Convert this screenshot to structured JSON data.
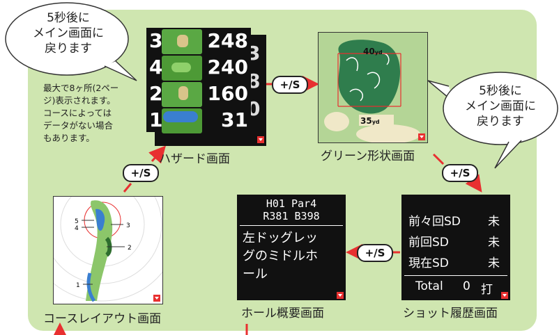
{
  "bubbles": {
    "top_left": [
      "5秒後に",
      "メイン画面に",
      "戻ります"
    ],
    "right": [
      "5秒後に",
      "メイン画面に",
      "戻ります"
    ]
  },
  "note_lines": [
    "最大で8ヶ所(2ペー",
    "ジ)表示されます。",
    "コースによっては",
    "データがない場合",
    "もあります。"
  ],
  "button_label": "+/S",
  "hazard_screen": {
    "rows": [
      {
        "num": "3",
        "value": "248"
      },
      {
        "num": "4",
        "value": "240"
      },
      {
        "num": "2",
        "value": "160"
      },
      {
        "num": "1",
        "value": "31"
      }
    ],
    "back_digits": [
      "3",
      "8",
      "0"
    ],
    "caption": "ハザード画面"
  },
  "green_screen": {
    "dist_top": "40",
    "dist_bottom": "35",
    "unit": "yd",
    "caption": "グリーン形状画面"
  },
  "layout_screen": {
    "markers": [
      "5",
      "4",
      "3",
      "2",
      "1"
    ],
    "caption": "コースレイアウト画面"
  },
  "hole_screen": {
    "line1": "H01  Par4",
    "line2": "R381  B398",
    "text_lines": [
      "左ドッグレッ",
      "グのミドルホ",
      "ール"
    ],
    "caption": "ホール概要画面"
  },
  "shot_screen": {
    "rows": [
      {
        "label": "前々回SD",
        "value": "未"
      },
      {
        "label": "前回SD",
        "value": "未"
      },
      {
        "label": "現在SD",
        "value": "未"
      }
    ],
    "total_label": "Total",
    "total_value": "0",
    "total_unit": "打",
    "caption": "ショット履歴画面"
  },
  "colors": {
    "accent_red": "#e83030",
    "panel_green": "#cfe6b0",
    "screen_black": "#111111"
  }
}
